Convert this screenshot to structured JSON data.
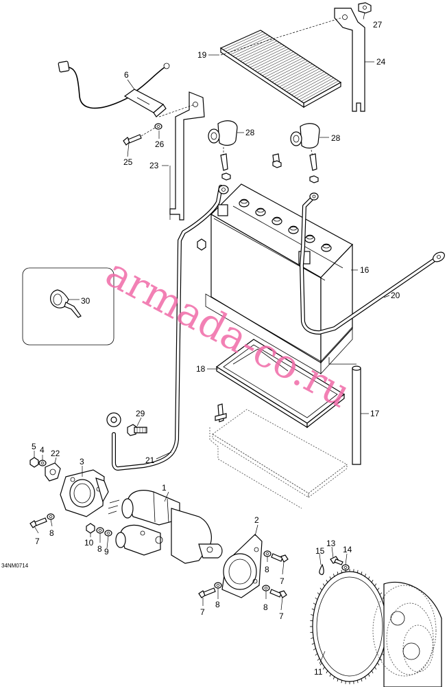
{
  "diagram_code": "34NM0714",
  "watermark": "armada-co.ru",
  "callouts": [
    {
      "id": "c1",
      "text": "1"
    },
    {
      "id": "c2",
      "text": "2"
    },
    {
      "id": "c3",
      "text": "3"
    },
    {
      "id": "c4",
      "text": "4"
    },
    {
      "id": "c5",
      "text": "5"
    },
    {
      "id": "c6",
      "text": "6"
    },
    {
      "id": "c7a",
      "text": "7"
    },
    {
      "id": "c7b",
      "text": "7"
    },
    {
      "id": "c7c",
      "text": "7"
    },
    {
      "id": "c7d",
      "text": "7"
    },
    {
      "id": "c8a",
      "text": "8"
    },
    {
      "id": "c8b",
      "text": "8"
    },
    {
      "id": "c8c",
      "text": "8"
    },
    {
      "id": "c8d",
      "text": "8"
    },
    {
      "id": "c8e",
      "text": "8"
    },
    {
      "id": "c9",
      "text": "9"
    },
    {
      "id": "c10",
      "text": "10"
    },
    {
      "id": "c11",
      "text": "11"
    },
    {
      "id": "c13",
      "text": "13"
    },
    {
      "id": "c14",
      "text": "14"
    },
    {
      "id": "c15",
      "text": "15"
    },
    {
      "id": "c16",
      "text": "16"
    },
    {
      "id": "c17",
      "text": "17"
    },
    {
      "id": "c18",
      "text": "18"
    },
    {
      "id": "c19",
      "text": "19"
    },
    {
      "id": "c20",
      "text": "20"
    },
    {
      "id": "c21",
      "text": "21"
    },
    {
      "id": "c22",
      "text": "22"
    },
    {
      "id": "c23",
      "text": "23"
    },
    {
      "id": "c24",
      "text": "24"
    },
    {
      "id": "c25",
      "text": "25"
    },
    {
      "id": "c26",
      "text": "26"
    },
    {
      "id": "c27",
      "text": "27"
    },
    {
      "id": "c28a",
      "text": "28"
    },
    {
      "id": "c28b",
      "text": "28"
    },
    {
      "id": "c29",
      "text": "29"
    },
    {
      "id": "c30",
      "text": "30"
    }
  ]
}
